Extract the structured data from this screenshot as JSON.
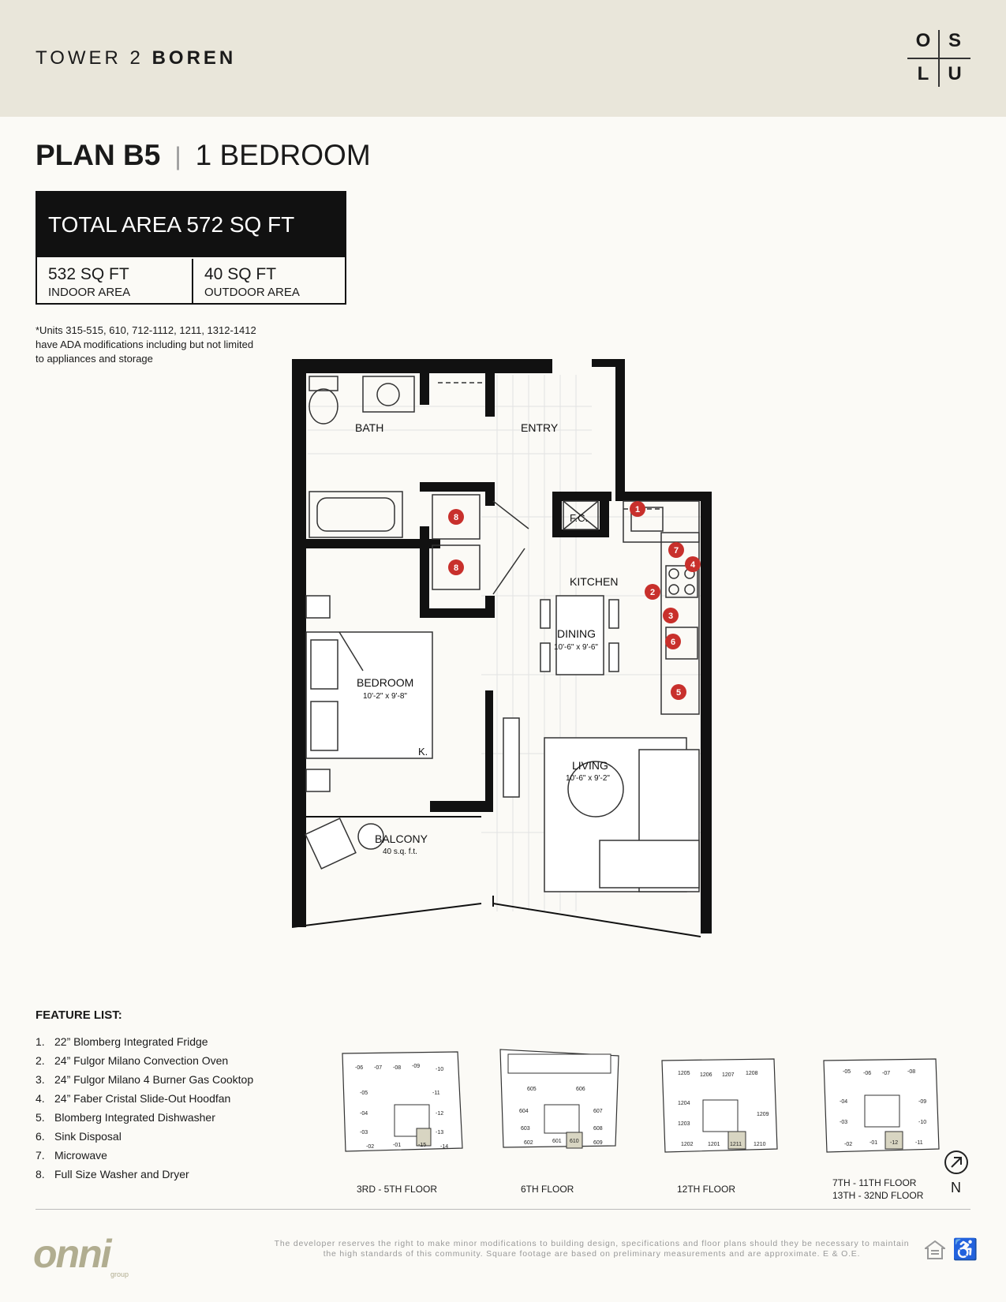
{
  "header": {
    "tower_prefix": "TOWER 2",
    "tower_name": "BOREN",
    "logo_letters": [
      "O",
      "S",
      "L",
      "U"
    ]
  },
  "plan": {
    "code": "PLAN B5",
    "type": "1 BEDROOM"
  },
  "areas": {
    "total": "TOTAL AREA 572 SQ FT",
    "indoor_value": "532 SQ FT",
    "indoor_label": "INDOOR AREA",
    "outdoor_value": "40 SQ FT",
    "outdoor_label": "OUTDOOR AREA"
  },
  "note": "*Units 315-515, 610, 712-1112, 1211, 1312-1412 have ADA modifications including but not limited to appliances and storage",
  "floorplan": {
    "rooms": {
      "bath": "BATH",
      "entry": "ENTRY",
      "fc": "F.C.",
      "kitchen": "KITCHEN",
      "dining": "DINING",
      "dining_dim": "10'-6\" x 9'-6\"",
      "bedroom": "BEDROOM",
      "bedroom_dim": "10'-2\" x 9'-8\"",
      "bed_size": "K.",
      "living": "LIVING",
      "living_dim": "10'-6\" x 9'-2\"",
      "balcony": "BALCONY",
      "balcony_area": "40 s.q. f.t."
    },
    "markers": [
      "1",
      "2",
      "3",
      "4",
      "5",
      "6",
      "7",
      "8",
      "8"
    ],
    "marker_color": "#c8302c"
  },
  "features": {
    "title": "FEATURE LIST:",
    "items": [
      {
        "num": "1.",
        "text": "22” Blomberg Integrated Fridge"
      },
      {
        "num": "2.",
        "text": "24” Fulgor Milano Convection Oven"
      },
      {
        "num": "3.",
        "text": "24” Fulgor Milano 4 Burner Gas Cooktop"
      },
      {
        "num": "4.",
        "text": "24” Faber Cristal Slide-Out Hoodfan"
      },
      {
        "num": "5.",
        "text": "Blomberg Integrated Dishwasher"
      },
      {
        "num": "6.",
        "text": "Sink Disposal"
      },
      {
        "num": "7.",
        "text": "Microwave"
      },
      {
        "num": "8.",
        "text": "Full Size Washer and Dryer"
      }
    ]
  },
  "keyplans": [
    {
      "label": "3RD - 5TH FLOOR",
      "units": [
        "-06",
        "-07",
        "-08",
        "-09",
        "-10",
        "-05",
        "-11",
        "-04",
        "-12",
        "-03",
        "-13",
        "-02",
        "-01",
        "-15",
        "-14"
      ],
      "highlight": "-15"
    },
    {
      "label": "6TH FLOOR",
      "units": [
        "605",
        "606",
        "604",
        "607",
        "603",
        "608",
        "602",
        "601",
        "610",
        "609"
      ],
      "highlight": "610"
    },
    {
      "label": "12TH FLOOR",
      "units": [
        "1205",
        "1206",
        "1207",
        "1208",
        "1204",
        "1209",
        "1203",
        "1202",
        "1201",
        "1211",
        "1210"
      ],
      "highlight": "1211"
    },
    {
      "label_line1": "7TH - 11TH FLOOR",
      "label_line2": "13TH - 32ND FLOOR",
      "units": [
        "-05",
        "-06",
        "-07",
        "-08",
        "-04",
        "-09",
        "-03",
        "-10",
        "-02",
        "-01",
        "-12",
        "-11"
      ],
      "highlight": "-12"
    }
  ],
  "compass_label": "N",
  "footer": {
    "logo": "onni",
    "logo_sub": "group",
    "disclaimer": "The developer reserves the right to make minor modifications to building design, specifications and floor plans should they be necessary to maintain the high standards of this community. Square footage are based on preliminary measurements and are approximate. E & O.E."
  },
  "colors": {
    "header_band": "#e9e6da",
    "wall": "#111111",
    "highlight_unit": "#d8d5c2",
    "logo": "#b1ad90"
  }
}
